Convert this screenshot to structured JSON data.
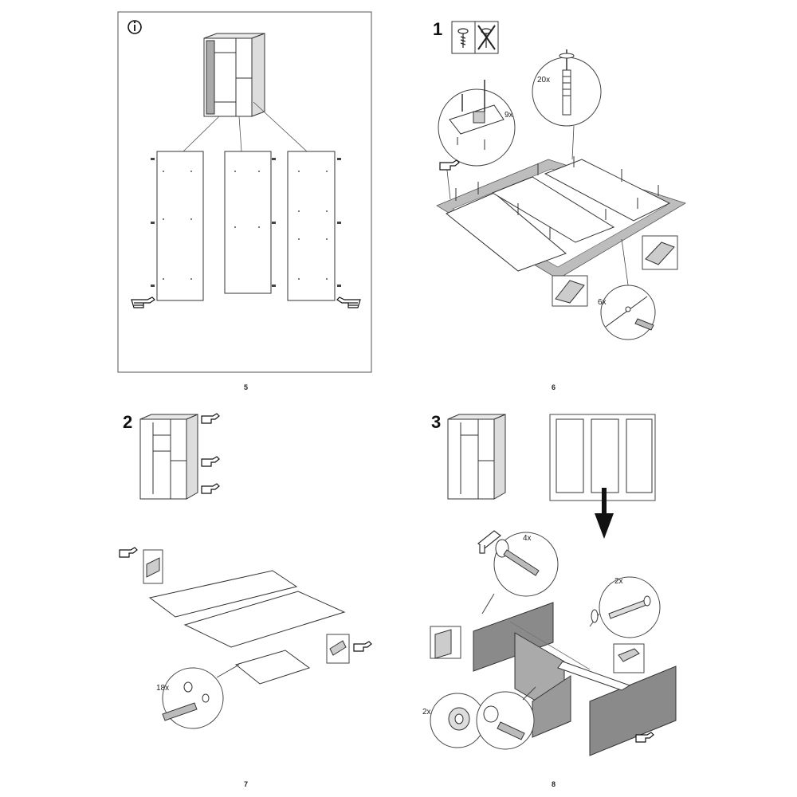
{
  "pages": [
    {
      "number": "5",
      "info_symbol": "i"
    },
    {
      "number": "6",
      "step": "1",
      "quantities": [
        "20x",
        "9x",
        "6x"
      ]
    },
    {
      "number": "7",
      "step": "2",
      "quantities": [
        "18x"
      ]
    },
    {
      "number": "8",
      "step": "3",
      "quantities": [
        "4x",
        "2x",
        "2x"
      ]
    }
  ],
  "colors": {
    "line": "#333333",
    "fill_shade": "#9a9a9a",
    "frame": "#555555",
    "hatch": "#777777"
  },
  "icons": [
    "info-icon",
    "pointing-hand-icon",
    "screwdriver-icon",
    "no-power-drill-icon",
    "down-arrow-icon",
    "hex-key-icon"
  ]
}
